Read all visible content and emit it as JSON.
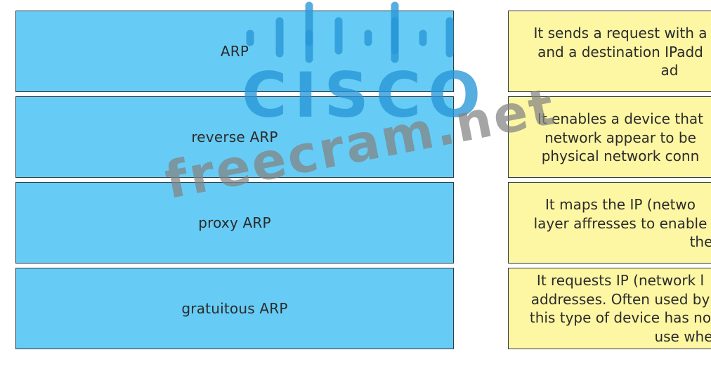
{
  "terms": [
    {
      "label": "ARP"
    },
    {
      "label": "reverse ARP"
    },
    {
      "label": "proxy ARP"
    },
    {
      "label": "gratuitous ARP"
    }
  ],
  "descriptions": [
    {
      "lines": [
        "It sends a request with a",
        "and a destination IPadd",
        "ad"
      ]
    },
    {
      "lines": [
        "It enables a device that",
        "network appear to be",
        "physical network conn"
      ]
    },
    {
      "lines": [
        "It maps the IP (netwo",
        "layer affresses to enable",
        "the"
      ]
    },
    {
      "lines": [
        "It requests IP (network l",
        "addresses. Often used by",
        "this type of device has no",
        "use whe"
      ]
    }
  ],
  "watermark": {
    "brand": "CISCO",
    "site": "freecram.net"
  },
  "colors": {
    "term_bg": "#66ccf5",
    "desc_bg": "#fdf6a3",
    "cisco_blue": "#2896d7",
    "watermark_gray": "#828282"
  }
}
